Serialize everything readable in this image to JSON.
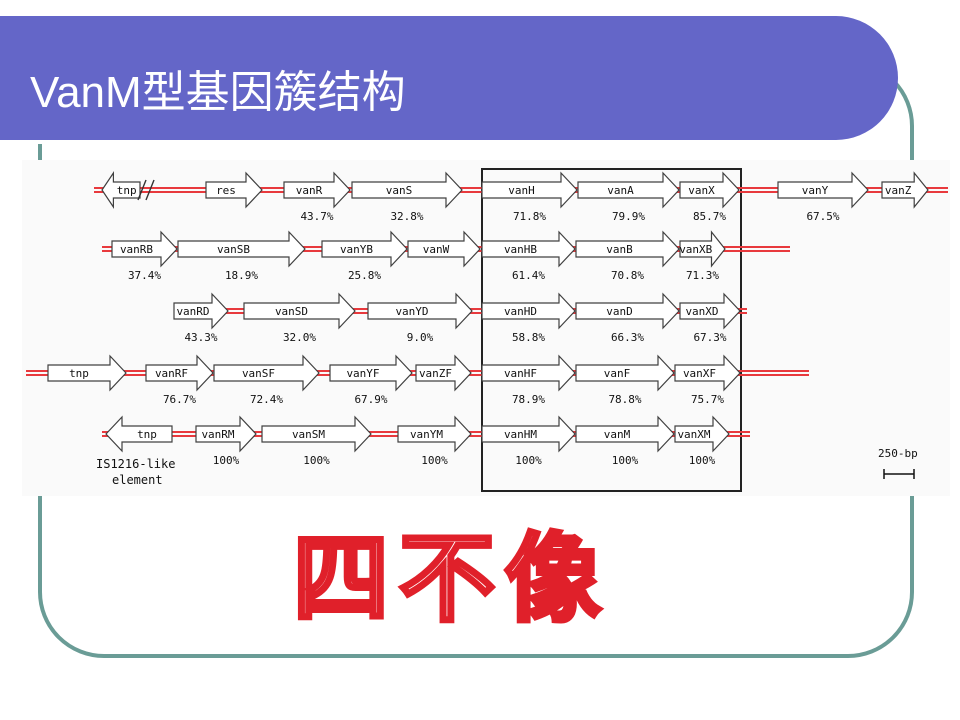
{
  "slide": {
    "title": "VanM型基因簇结构",
    "stamp_text": "四不像"
  },
  "diagram": {
    "rows": [
      {
        "genes": [
          {
            "name": "tnp",
            "identity": "",
            "direction": "left"
          },
          {
            "name": "res",
            "identity": "",
            "direction": "right"
          },
          {
            "name": "vanR",
            "identity": "43.7%",
            "direction": "right"
          },
          {
            "name": "vanS",
            "identity": "32.8%",
            "direction": "right"
          },
          {
            "name": "vanH",
            "identity": "71.8%",
            "direction": "right"
          },
          {
            "name": "vanA",
            "identity": "79.9%",
            "direction": "right"
          },
          {
            "name": "vanX",
            "identity": "85.7%",
            "direction": "right"
          },
          {
            "name": "vanY",
            "identity": "67.5%",
            "direction": "right"
          },
          {
            "name": "vanZ",
            "identity": "",
            "direction": "right"
          }
        ]
      },
      {
        "genes": [
          {
            "name": "vanRB",
            "identity": "37.4%",
            "direction": "right"
          },
          {
            "name": "vanSB",
            "identity": "18.9%",
            "direction": "right"
          },
          {
            "name": "vanYB",
            "identity": "25.8%",
            "direction": "right"
          },
          {
            "name": "vanW",
            "identity": "",
            "direction": "right"
          },
          {
            "name": "vanHB",
            "identity": "61.4%",
            "direction": "right"
          },
          {
            "name": "vanB",
            "identity": "70.8%",
            "direction": "right"
          },
          {
            "name": "vanXB",
            "identity": "71.3%",
            "direction": "right"
          }
        ]
      },
      {
        "genes": [
          {
            "name": "vanRD",
            "identity": "43.3%",
            "direction": "right"
          },
          {
            "name": "vanSD",
            "identity": "32.0%",
            "direction": "right"
          },
          {
            "name": "vanYD",
            "identity": "9.0%",
            "direction": "right"
          },
          {
            "name": "vanHD",
            "identity": "58.8%",
            "direction": "right"
          },
          {
            "name": "vanD",
            "identity": "66.3%",
            "direction": "right"
          },
          {
            "name": "vanXD",
            "identity": "67.3%",
            "direction": "right"
          }
        ]
      },
      {
        "genes": [
          {
            "name": "tnp",
            "identity": "",
            "direction": "right"
          },
          {
            "name": "vanRF",
            "identity": "76.7%",
            "direction": "right"
          },
          {
            "name": "vanSF",
            "identity": "72.4%",
            "direction": "right"
          },
          {
            "name": "vanYF",
            "identity": "67.9%",
            "direction": "right"
          },
          {
            "name": "vanZF",
            "identity": "",
            "direction": "right"
          },
          {
            "name": "vanHF",
            "identity": "78.9%",
            "direction": "right"
          },
          {
            "name": "vanF",
            "identity": "78.8%",
            "direction": "right"
          },
          {
            "name": "vanXF",
            "identity": "75.7%",
            "direction": "right"
          }
        ]
      },
      {
        "genes": [
          {
            "name": "tnp",
            "identity": "",
            "direction": "left"
          },
          {
            "name": "vanRM",
            "identity": "100%",
            "direction": "right"
          },
          {
            "name": "vanSM",
            "identity": "100%",
            "direction": "right"
          },
          {
            "name": "vanYM",
            "identity": "100%",
            "direction": "right"
          },
          {
            "name": "vanHM",
            "identity": "100%",
            "direction": "right"
          },
          {
            "name": "vanM",
            "identity": "100%",
            "direction": "right"
          },
          {
            "name": "vanXM",
            "identity": "100%",
            "direction": "right"
          }
        ]
      }
    ],
    "element_label": "IS1216-like element",
    "scale_label": "250-bp",
    "colors": {
      "backbone": "#e8393d",
      "arrow_stroke": "#404040",
      "box": "#222222"
    }
  }
}
